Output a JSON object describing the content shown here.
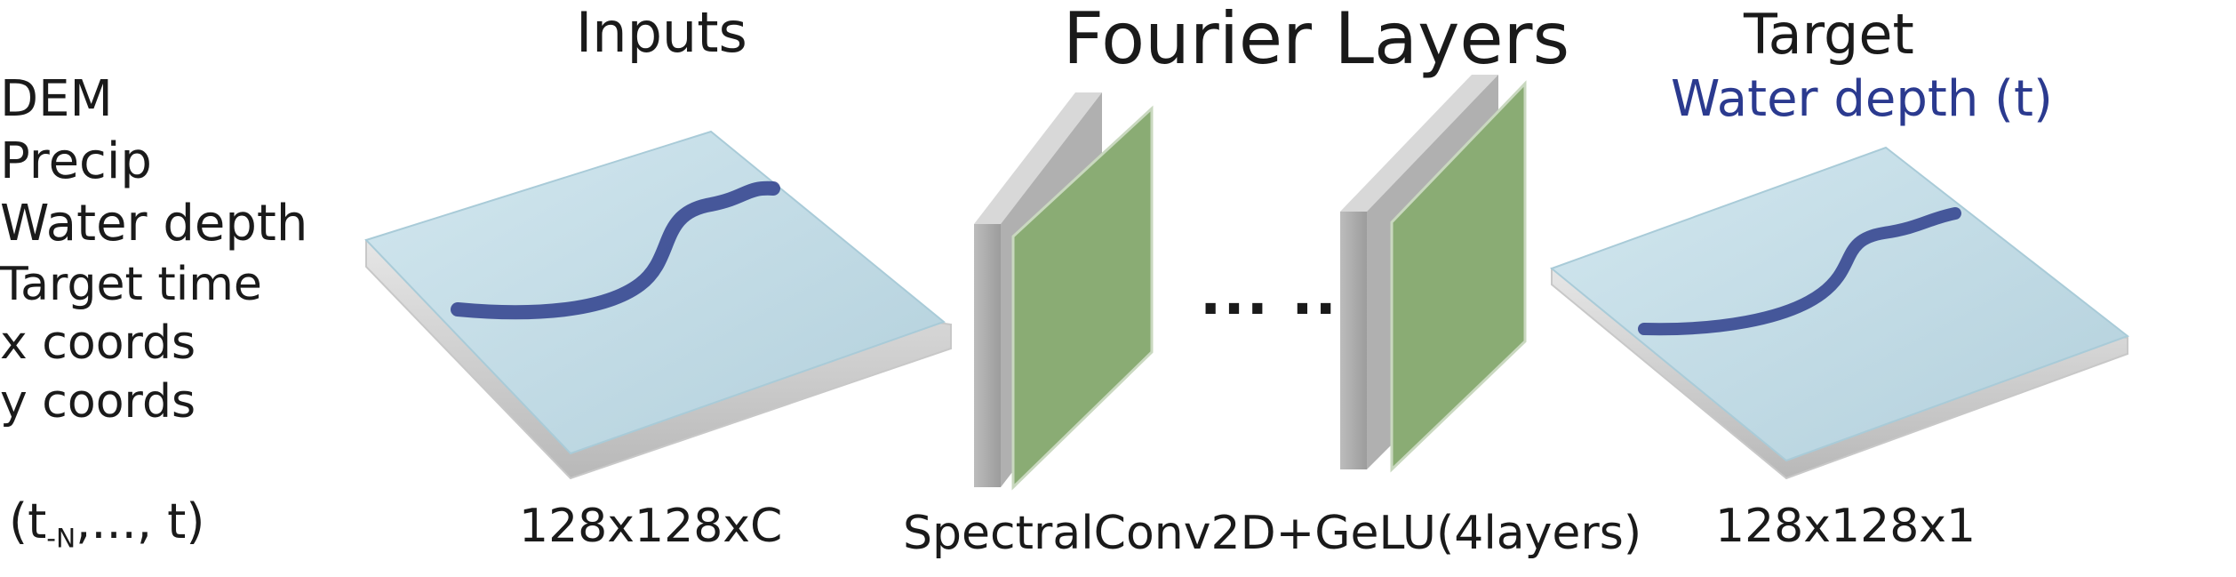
{
  "titles": {
    "inputs": "Inputs",
    "fourier": "Fourier Layers",
    "target": "Target",
    "target_sub": "Water depth (t)"
  },
  "input_vars": [
    "DEM",
    "Precip",
    "Water depth",
    "Target time",
    "x coords",
    "y coords"
  ],
  "time_range": {
    "prefix": "(t",
    "sub": "-N",
    "suffix": ",..., t)"
  },
  "dims": {
    "input": "128x128xC",
    "layers": "SpectralConv2D+GeLU(4layers)",
    "output": "128x128x1"
  },
  "ellipsis": "... ...",
  "colors": {
    "target_sub": "#2b3a8f",
    "layer_green": "#8aac74",
    "layer_gray": "#a9a9a9",
    "water_plane": "#bcd8e3",
    "river": "#2f3f8c"
  }
}
